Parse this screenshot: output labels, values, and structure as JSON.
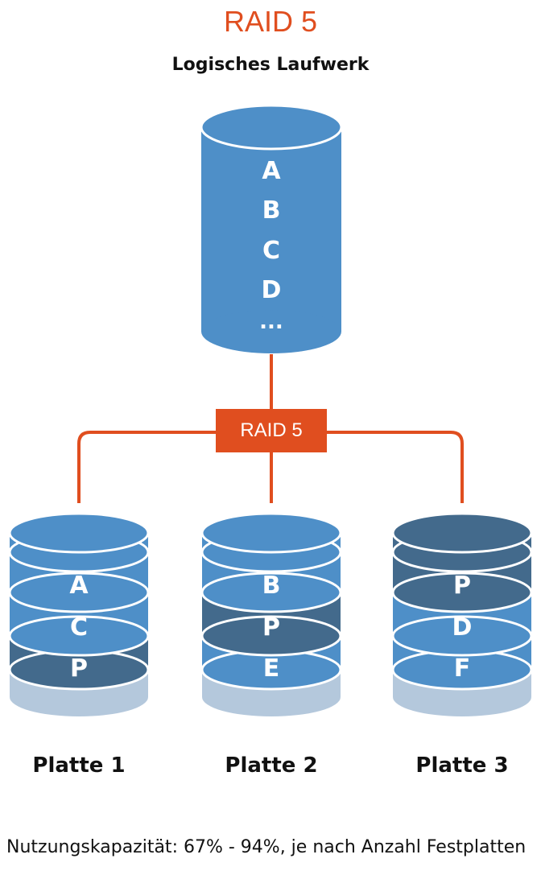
{
  "diagram": {
    "title": "RAID 5",
    "subtitle": "Logisches Laufwerk",
    "raid_label": "RAID 5",
    "logical_blocks": [
      "A",
      "B",
      "C",
      "D",
      "..."
    ],
    "disks": [
      {
        "label": "Platte 1",
        "blocks": [
          "A",
          "C",
          "P"
        ]
      },
      {
        "label": "Platte 2",
        "blocks": [
          "B",
          "P",
          "E"
        ]
      },
      {
        "label": "Platte 3",
        "blocks": [
          "P",
          "D",
          "F"
        ]
      }
    ],
    "footer": "Nutzungskapazität: 67% - 94%, je nach Anzahl Festplatten"
  },
  "colors": {
    "accent": "#e04e1f",
    "data_block": "#4e8fc8",
    "parity_block": "#436a8c",
    "empty_base": "#b4c8dc",
    "edge": "#ffffff",
    "text": "#111111"
  }
}
